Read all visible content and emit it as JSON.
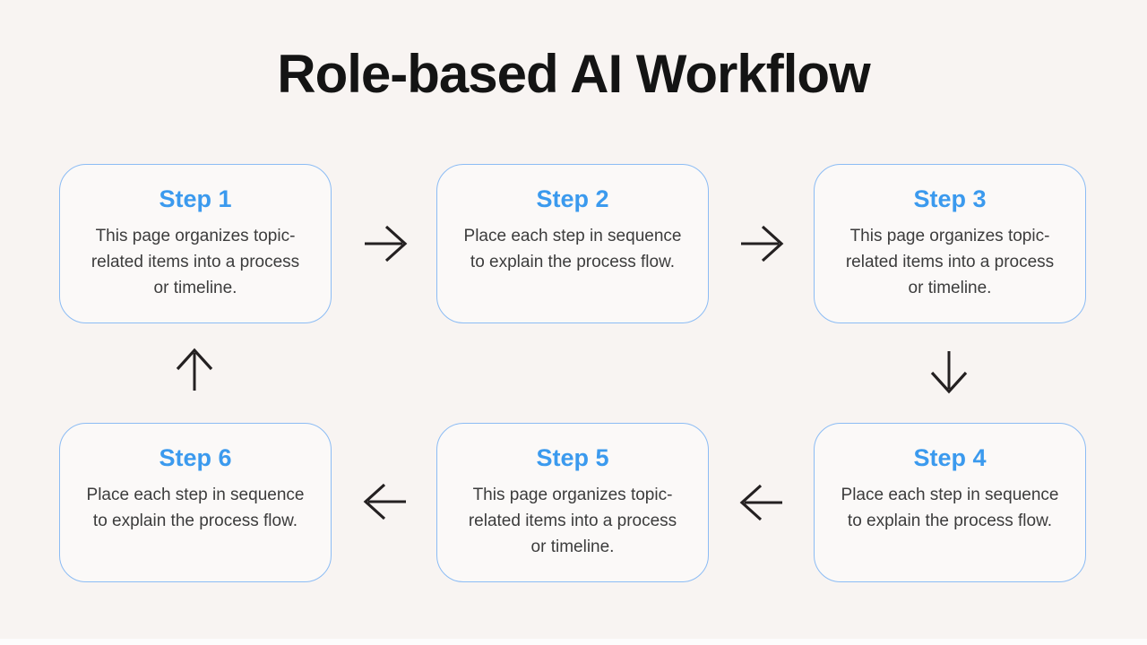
{
  "title": "Role-based AI Workflow",
  "colors": {
    "background": "#F8F4F2",
    "box_fill": "#FBF9F8",
    "box_border": "#8CBCF4",
    "step_heading": "#3B9AEE",
    "body_text": "#3C3C3C",
    "title_text": "#141414",
    "arrow": "#242021"
  },
  "steps": [
    {
      "title": "Step 1",
      "description": "This page organizes topic-related items into a process or timeline."
    },
    {
      "title": "Step 2",
      "description": "Place each step in sequence to explain the process flow."
    },
    {
      "title": "Step 3",
      "description": "This page organizes topic-related items into a process or timeline."
    },
    {
      "title": "Step 4",
      "description": "Place each step in sequence to explain the process flow."
    },
    {
      "title": "Step 5",
      "description": "This page organizes topic-related items into a process or timeline."
    },
    {
      "title": "Step 6",
      "description": "Place each step in sequence to explain the process flow."
    }
  ],
  "arrows": [
    {
      "from": "Step 1",
      "to": "Step 2",
      "direction": "right"
    },
    {
      "from": "Step 2",
      "to": "Step 3",
      "direction": "right"
    },
    {
      "from": "Step 3",
      "to": "Step 4",
      "direction": "down"
    },
    {
      "from": "Step 4",
      "to": "Step 5",
      "direction": "left"
    },
    {
      "from": "Step 5",
      "to": "Step 6",
      "direction": "left"
    },
    {
      "from": "Step 6",
      "to": "Step 1",
      "direction": "up"
    }
  ]
}
